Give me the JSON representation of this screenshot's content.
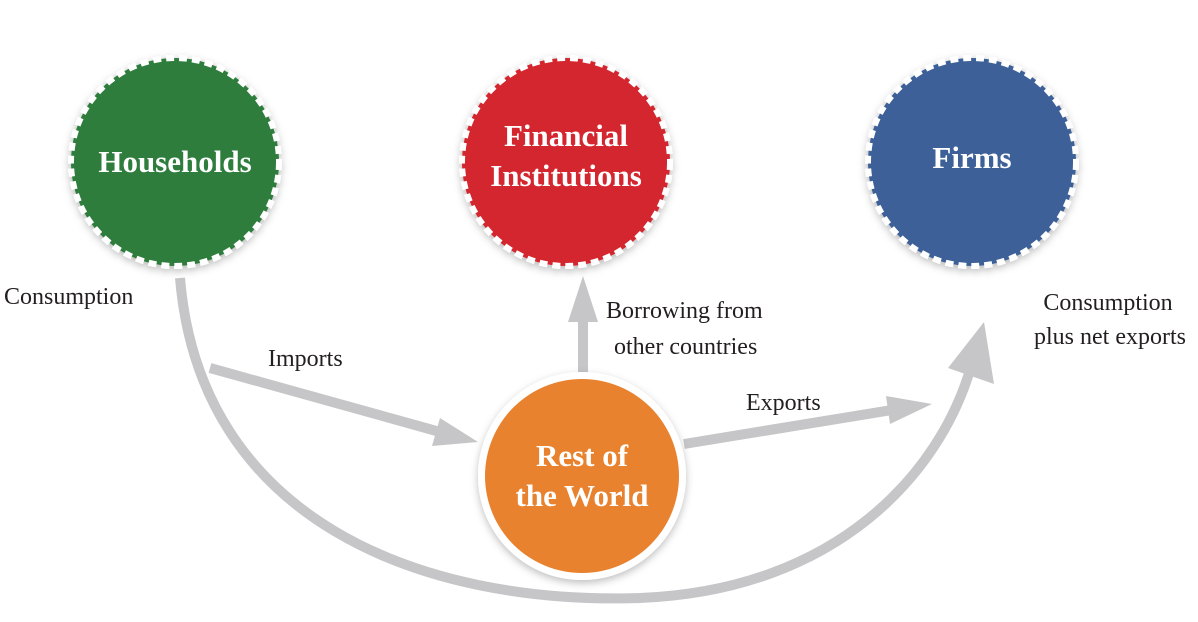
{
  "nodes": {
    "households": {
      "line1": "Households",
      "color": "#2e7d3c"
    },
    "financial": {
      "line1": "Financial",
      "line2": "Institutions",
      "color": "#d3262f"
    },
    "firms": {
      "line1": "Firms",
      "color": "#3d6098"
    },
    "rest_of_world": {
      "line1": "Rest of",
      "line2": "the World",
      "color": "#e8822d"
    }
  },
  "flows": {
    "consumption": "Consumption",
    "imports": "Imports",
    "exports": "Exports",
    "borrowing": {
      "line1": "Borrowing from",
      "line2": "other countries"
    },
    "consumption_net_exports": {
      "line1": "Consumption",
      "line2": "plus net exports"
    }
  },
  "colors": {
    "arrow": "#c6c6c8",
    "text": "#231f20",
    "dashed_border": "#ffffff"
  }
}
